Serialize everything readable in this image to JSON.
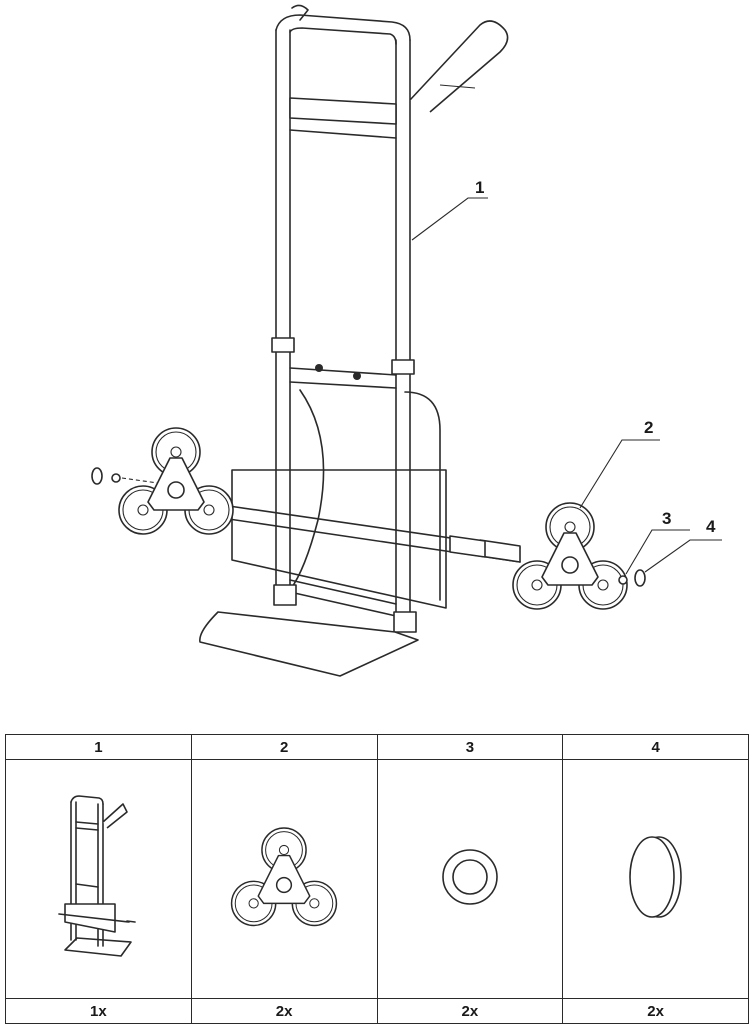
{
  "callouts": [
    "1",
    "2",
    "3",
    "4"
  ],
  "parts_table": {
    "columns": [
      {
        "number": "1",
        "quantity": "1x",
        "icon": "hand-truck-frame-icon"
      },
      {
        "number": "2",
        "quantity": "2x",
        "icon": "tri-wheel-icon"
      },
      {
        "number": "3",
        "quantity": "2x",
        "icon": "washer-icon"
      },
      {
        "number": "4",
        "quantity": "2x",
        "icon": "cap-icon"
      }
    ]
  },
  "colors": {
    "line": "#2a2a2a",
    "background": "#ffffff"
  }
}
